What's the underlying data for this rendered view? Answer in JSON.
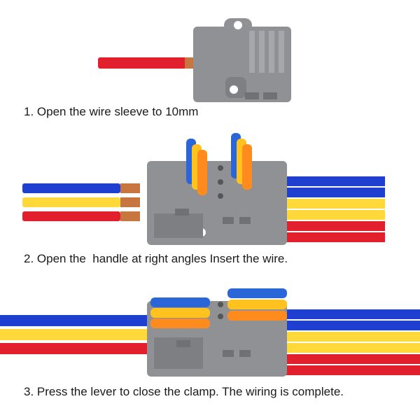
{
  "colors": {
    "housing": "#8f9194",
    "housing_dark": "#6f7174",
    "wire_red": "#e2202d",
    "wire_yellow": "#ffd83a",
    "wire_blue": "#1f3fd1",
    "copper": "#c8763f",
    "lever_orange": "#ff8a1e",
    "lever_yellow": "#ffc21f",
    "lever_blue": "#2a66d8"
  },
  "steps": [
    {
      "caption": "1. Open the wire sleeve to 10mm"
    },
    {
      "caption": "2. Open the  handle at right angles Insert the wire."
    },
    {
      "caption": "3. Press the lever to close the clamp. The wiring is complete."
    }
  ]
}
